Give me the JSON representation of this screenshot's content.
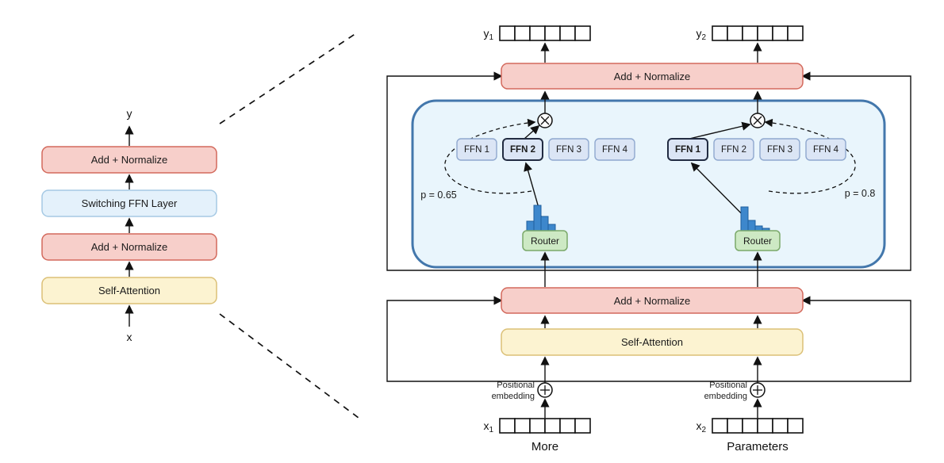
{
  "figure": {
    "left_panel": {
      "output_label": "y",
      "input_label": "x",
      "blocks": {
        "add_norm_top": "Add + Normalize",
        "switching_ffn": "Switching FFN Layer",
        "add_norm_bottom": "Add + Normalize",
        "self_attention": "Self-Attention"
      }
    },
    "right_panel": {
      "add_norm_top": "Add + Normalize",
      "add_norm_mid": "Add + Normalize",
      "self_attention": "Self-Attention",
      "cells_per_token": 6,
      "output_tokens": {
        "y1_base": "y",
        "y1_sub": "1",
        "y2_base": "y",
        "y2_sub": "2"
      },
      "input_tokens": {
        "x1_base": "x",
        "x1_sub": "1",
        "x1_word": "More",
        "x2_base": "x",
        "x2_sub": "2",
        "x2_word": "Parameters"
      },
      "experts_left": {
        "ffn1": "FFN 1",
        "ffn2": "FFN 2",
        "ffn3": "FFN 3",
        "ffn4": "FFN 4",
        "selected": "FFN 2"
      },
      "experts_right": {
        "ffn1": "FFN 1",
        "ffn2": "FFN 2",
        "ffn3": "FFN 3",
        "ffn4": "FFN 4",
        "selected": "FFN 1"
      },
      "router_left": "Router",
      "router_right": "Router",
      "gate_prob_left": "p = 0.65",
      "gate_prob_right": "p = 0.8",
      "positional_left": {
        "line1": "Positional",
        "line2": "embedding"
      },
      "positional_right": {
        "line1": "Positional",
        "line2": "embedding"
      },
      "router_histogram_left": [
        12,
        32,
        18,
        8
      ],
      "router_histogram_right": [
        30,
        13,
        6,
        3
      ]
    },
    "colors": {
      "add_norm_fill": "#f7cfca",
      "add_norm_stroke": "#d3695c",
      "attention_fill": "#fcf3d1",
      "attention_stroke": "#dbc077",
      "switch_fill": "#e4f1fb",
      "switch_stroke": "#a5c9e4",
      "container_fill": "#e9f5fc",
      "container_stroke": "#4377ac",
      "ffn_fill": "#dbe5f5",
      "ffn_stroke": "#8fa8cf",
      "ffn_selected_stroke": "#222c42",
      "router_fill": "#cde9c4",
      "router_stroke": "#7ba96a",
      "histogram_fill": "#3d87cc",
      "histogram_stroke": "#1f5f9e"
    }
  }
}
